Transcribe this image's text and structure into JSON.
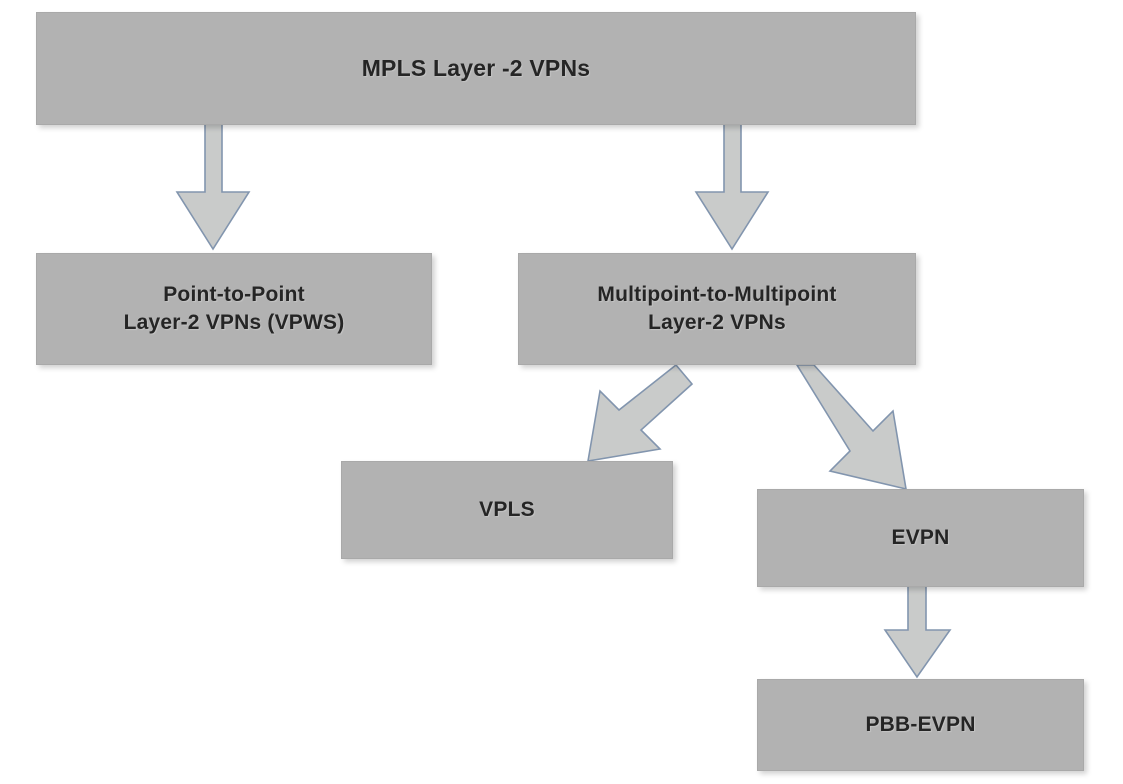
{
  "diagram": {
    "title_text": "MPLS Layer -2 VPNs",
    "background_color": "#ffffff",
    "node_fill_color": "#b2b2b2",
    "node_border_color": "#a9a9a9",
    "node_text_color": "#252525",
    "arrow_fill_color": "#c9cbca",
    "arrow_stroke_color": "#8295ae",
    "type": "hierarchy-flowchart",
    "nodes": [
      {
        "id": "root",
        "label": "MPLS Layer -2 VPNs",
        "level": 0
      },
      {
        "id": "p2p",
        "label": "Point-to-Point\nLayer-2 VPNs (VPWS)",
        "level": 1
      },
      {
        "id": "mp2mp",
        "label": "Multipoint-to-Multipoint\nLayer-2 VPNs",
        "level": 1
      },
      {
        "id": "vpls",
        "label": "VPLS",
        "level": 2
      },
      {
        "id": "evpn",
        "label": "EVPN",
        "level": 2
      },
      {
        "id": "pbb_evpn",
        "label": "PBB-EVPN",
        "level": 3
      }
    ],
    "edges": [
      {
        "from": "root",
        "to": "p2p",
        "direction": "down"
      },
      {
        "from": "root",
        "to": "mp2mp",
        "direction": "down"
      },
      {
        "from": "mp2mp",
        "to": "vpls",
        "direction": "down-left"
      },
      {
        "from": "mp2mp",
        "to": "evpn",
        "direction": "down-right"
      },
      {
        "from": "evpn",
        "to": "pbb_evpn",
        "direction": "down"
      }
    ]
  }
}
